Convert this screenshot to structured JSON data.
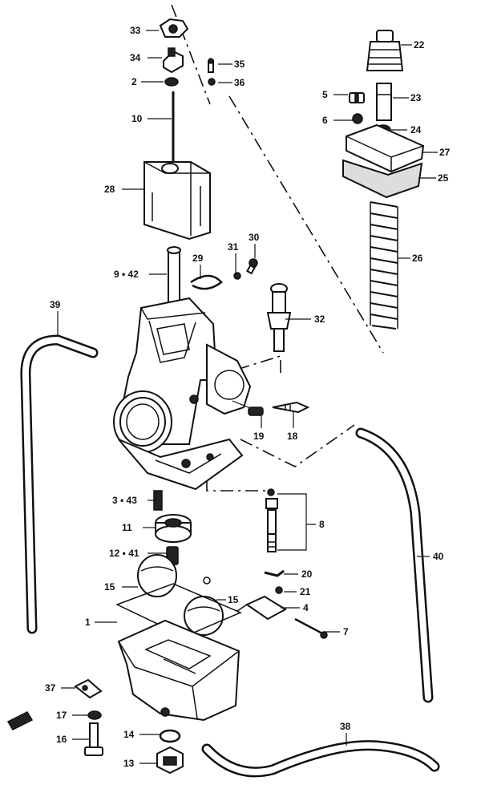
{
  "labels": [
    {
      "id": "l33",
      "text": "33"
    },
    {
      "id": "l34",
      "text": "34"
    },
    {
      "id": "l35",
      "text": "35"
    },
    {
      "id": "l2",
      "text": "2"
    },
    {
      "id": "l36",
      "text": "36"
    },
    {
      "id": "l10",
      "text": "10"
    },
    {
      "id": "l28",
      "text": "28"
    },
    {
      "id": "l9",
      "text": "9 • 42"
    },
    {
      "id": "l29",
      "text": "29"
    },
    {
      "id": "l31",
      "text": "31"
    },
    {
      "id": "l30",
      "text": "30"
    },
    {
      "id": "l32",
      "text": "32"
    },
    {
      "id": "l39",
      "text": "39"
    },
    {
      "id": "l22",
      "text": "22"
    },
    {
      "id": "l5",
      "text": "5"
    },
    {
      "id": "l23",
      "text": "23"
    },
    {
      "id": "l6",
      "text": "6"
    },
    {
      "id": "l24",
      "text": "24"
    },
    {
      "id": "l27",
      "text": "27"
    },
    {
      "id": "l25",
      "text": "25"
    },
    {
      "id": "l26",
      "text": "26"
    },
    {
      "id": "l19",
      "text": "19"
    },
    {
      "id": "l18",
      "text": "18"
    },
    {
      "id": "l3",
      "text": "3 • 43"
    },
    {
      "id": "l8",
      "text": "8"
    },
    {
      "id": "l11",
      "text": "11"
    },
    {
      "id": "l12",
      "text": "12 • 41"
    },
    {
      "id": "l20",
      "text": "20"
    },
    {
      "id": "l40",
      "text": "40"
    },
    {
      "id": "l15a",
      "text": "15"
    },
    {
      "id": "l21",
      "text": "21"
    },
    {
      "id": "l15b",
      "text": "15"
    },
    {
      "id": "l4",
      "text": "4"
    },
    {
      "id": "l1",
      "text": "1"
    },
    {
      "id": "l7",
      "text": "7"
    },
    {
      "id": "l37",
      "text": "37"
    },
    {
      "id": "l17",
      "text": "17"
    },
    {
      "id": "l16",
      "text": "16"
    },
    {
      "id": "l14",
      "text": "14"
    },
    {
      "id": "l38",
      "text": "38"
    },
    {
      "id": "l13",
      "text": "13"
    }
  ]
}
